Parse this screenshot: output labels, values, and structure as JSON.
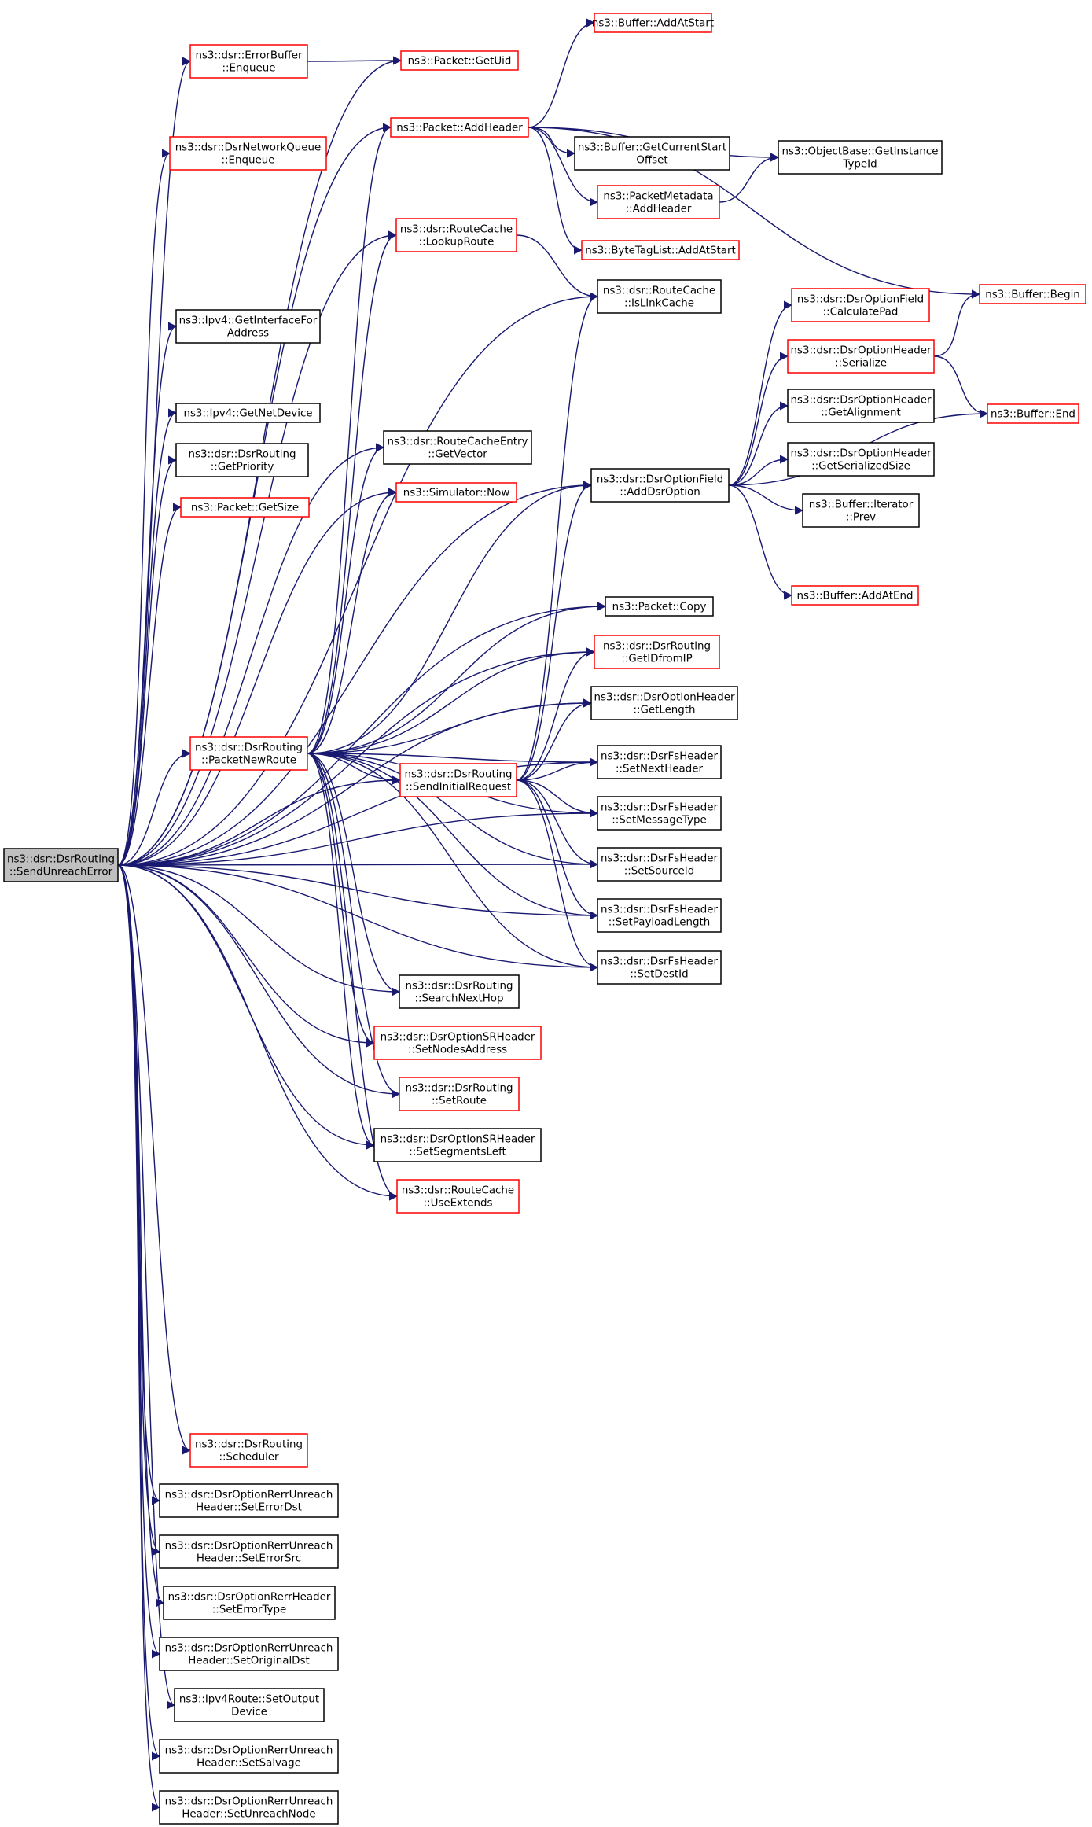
{
  "colors": {
    "edge": "#191970",
    "node_border": "#000000",
    "node_border_incomplete": "#ff0000",
    "root_fill": "#bfbfbf"
  },
  "nodes": [
    {
      "id": "root",
      "lines": [
        "ns3::dsr::DsrRouting",
        "::SendUnreachError"
      ],
      "style": "root"
    },
    {
      "id": "errbuf_enq",
      "lines": [
        "ns3::dsr::ErrorBuffer",
        "::Enqueue"
      ],
      "style": "red"
    },
    {
      "id": "pkt_getuid",
      "lines": [
        "ns3::Packet::GetUid"
      ],
      "style": "red"
    },
    {
      "id": "buf_addatstart",
      "lines": [
        "ns3::Buffer::AddAtStart"
      ],
      "style": "red"
    },
    {
      "id": "pkt_addheader",
      "lines": [
        "ns3::Packet::AddHeader"
      ],
      "style": "red"
    },
    {
      "id": "netq_enq",
      "lines": [
        "ns3::dsr::DsrNetworkQueue",
        "::Enqueue"
      ],
      "style": "red"
    },
    {
      "id": "buf_getcurrent",
      "lines": [
        "ns3::Buffer::GetCurrentStart",
        "Offset"
      ],
      "style": "black"
    },
    {
      "id": "objbase_gettid",
      "lines": [
        "ns3::ObjectBase::GetInstance",
        "TypeId"
      ],
      "style": "black"
    },
    {
      "id": "pktmeta_addheader",
      "lines": [
        "ns3::PacketMetadata",
        "::AddHeader"
      ],
      "style": "red"
    },
    {
      "id": "routecache_lookup",
      "lines": [
        "ns3::dsr::RouteCache",
        "::LookupRoute"
      ],
      "style": "red"
    },
    {
      "id": "bytetag_addatstart",
      "lines": [
        "ns3::ByteTagList::AddAtStart"
      ],
      "style": "red"
    },
    {
      "id": "routecache_islink",
      "lines": [
        "ns3::dsr::RouteCache",
        "::IsLinkCache"
      ],
      "style": "black"
    },
    {
      "id": "optfield_calcpad",
      "lines": [
        "ns3::dsr::DsrOptionField",
        "::CalculatePad"
      ],
      "style": "red"
    },
    {
      "id": "buf_begin",
      "lines": [
        "ns3::Buffer::Begin"
      ],
      "style": "red"
    },
    {
      "id": "ipv4_getif",
      "lines": [
        "ns3::Ipv4::GetInterfaceFor",
        "Address"
      ],
      "style": "black"
    },
    {
      "id": "opthdr_serialize",
      "lines": [
        "ns3::dsr::DsrOptionHeader",
        "::Serialize"
      ],
      "style": "red"
    },
    {
      "id": "opthdr_getalign",
      "lines": [
        "ns3::dsr::DsrOptionHeader",
        "::GetAlignment"
      ],
      "style": "black"
    },
    {
      "id": "buf_end",
      "lines": [
        "ns3::Buffer::End"
      ],
      "style": "red"
    },
    {
      "id": "ipv4_getnetdev",
      "lines": [
        "ns3::Ipv4::GetNetDevice"
      ],
      "style": "black"
    },
    {
      "id": "rce_getvector",
      "lines": [
        "ns3::dsr::RouteCacheEntry",
        "::GetVector"
      ],
      "style": "black"
    },
    {
      "id": "dsr_getpriority",
      "lines": [
        "ns3::dsr::DsrRouting",
        "::GetPriority"
      ],
      "style": "black"
    },
    {
      "id": "opthdr_getsersize",
      "lines": [
        "ns3::dsr::DsrOptionHeader",
        "::GetSerializedSize"
      ],
      "style": "black"
    },
    {
      "id": "optfield_adddsr",
      "lines": [
        "ns3::dsr::DsrOptionField",
        "::AddDsrOption"
      ],
      "style": "black"
    },
    {
      "id": "sim_now",
      "lines": [
        "ns3::Simulator::Now"
      ],
      "style": "red"
    },
    {
      "id": "pkt_getsize",
      "lines": [
        "ns3::Packet::GetSize"
      ],
      "style": "red"
    },
    {
      "id": "bufit_prev",
      "lines": [
        "ns3::Buffer::Iterator",
        "::Prev"
      ],
      "style": "black"
    },
    {
      "id": "buf_addatend",
      "lines": [
        "ns3::Buffer::AddAtEnd"
      ],
      "style": "red"
    },
    {
      "id": "pkt_copy",
      "lines": [
        "ns3::Packet::Copy"
      ],
      "style": "black"
    },
    {
      "id": "dsr_getidfromip",
      "lines": [
        "ns3::dsr::DsrRouting",
        "::GetIDfromIP"
      ],
      "style": "red"
    },
    {
      "id": "opthdr_getlength",
      "lines": [
        "ns3::dsr::DsrOptionHeader",
        "::GetLength"
      ],
      "style": "black"
    },
    {
      "id": "dsr_packetnewroute",
      "lines": [
        "ns3::dsr::DsrRouting",
        "::PacketNewRoute"
      ],
      "style": "red"
    },
    {
      "id": "fs_setnext",
      "lines": [
        "ns3::dsr::DsrFsHeader",
        "::SetNextHeader"
      ],
      "style": "black"
    },
    {
      "id": "dsr_sendinitial",
      "lines": [
        "ns3::dsr::DsrRouting",
        "::SendInitialRequest"
      ],
      "style": "red"
    },
    {
      "id": "fs_setmsgtype",
      "lines": [
        "ns3::dsr::DsrFsHeader",
        "::SetMessageType"
      ],
      "style": "black"
    },
    {
      "id": "fs_setsource",
      "lines": [
        "ns3::dsr::DsrFsHeader",
        "::SetSourceId"
      ],
      "style": "black"
    },
    {
      "id": "fs_setpayload",
      "lines": [
        "ns3::dsr::DsrFsHeader",
        "::SetPayloadLength"
      ],
      "style": "black"
    },
    {
      "id": "fs_setdest",
      "lines": [
        "ns3::dsr::DsrFsHeader",
        "::SetDestId"
      ],
      "style": "black"
    },
    {
      "id": "dsr_searchnext",
      "lines": [
        "ns3::dsr::DsrRouting",
        "::SearchNextHop"
      ],
      "style": "black"
    },
    {
      "id": "srhdr_setnodes",
      "lines": [
        "ns3::dsr::DsrOptionSRHeader",
        "::SetNodesAddress"
      ],
      "style": "red"
    },
    {
      "id": "dsr_setroute",
      "lines": [
        "ns3::dsr::DsrRouting",
        "::SetRoute"
      ],
      "style": "red"
    },
    {
      "id": "srhdr_setsegments",
      "lines": [
        "ns3::dsr::DsrOptionSRHeader",
        "::SetSegmentsLeft"
      ],
      "style": "black"
    },
    {
      "id": "routecache_useext",
      "lines": [
        "ns3::dsr::RouteCache",
        "::UseExtends"
      ],
      "style": "red"
    },
    {
      "id": "dsr_scheduler",
      "lines": [
        "ns3::dsr::DsrRouting",
        "::Scheduler"
      ],
      "style": "red"
    },
    {
      "id": "rerrun_seterrdst",
      "lines": [
        "ns3::dsr::DsrOptionRerrUnreach",
        "Header::SetErrorDst"
      ],
      "style": "black"
    },
    {
      "id": "rerrun_seterrsrc",
      "lines": [
        "ns3::dsr::DsrOptionRerrUnreach",
        "Header::SetErrorSrc"
      ],
      "style": "black"
    },
    {
      "id": "rerr_seterrtype",
      "lines": [
        "ns3::dsr::DsrOptionRerrHeader",
        "::SetErrorType"
      ],
      "style": "black"
    },
    {
      "id": "rerrun_setorigdst",
      "lines": [
        "ns3::dsr::DsrOptionRerrUnreach",
        "Header::SetOriginalDst"
      ],
      "style": "black"
    },
    {
      "id": "ipv4route_setout",
      "lines": [
        "ns3::Ipv4Route::SetOutput",
        "Device"
      ],
      "style": "black"
    },
    {
      "id": "rerrun_setsalvage",
      "lines": [
        "ns3::dsr::DsrOptionRerrUnreach",
        "Header::SetSalvage"
      ],
      "style": "black"
    },
    {
      "id": "rerrun_setunreach",
      "lines": [
        "ns3::dsr::DsrOptionRerrUnreach",
        "Header::SetUnreachNode"
      ],
      "style": "black"
    }
  ]
}
